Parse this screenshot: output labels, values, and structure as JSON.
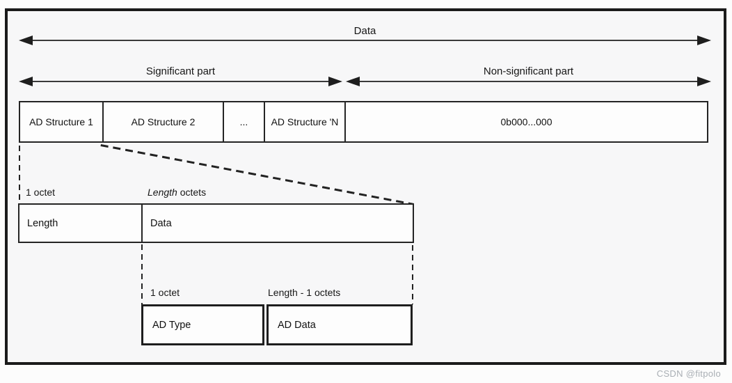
{
  "arrows": {
    "data": {
      "label": "Data"
    },
    "significant": {
      "label": "Significant part"
    },
    "non_significant": {
      "label": "Non-significant part"
    }
  },
  "ad_structure_row": {
    "cells": [
      "AD Structure 1",
      "AD Structure 2",
      "...",
      "AD Structure 'N",
      "0b000...000"
    ]
  },
  "level1": {
    "size_label_left": "1 octet",
    "size_label_right_italic": "Length",
    "size_label_right_rest": " octets",
    "boxes": [
      "Length",
      "Data"
    ]
  },
  "level2": {
    "size_label_left": "1 octet",
    "size_label_right": "Length - 1 octets",
    "boxes": [
      "AD Type",
      "AD Data"
    ]
  },
  "watermark": "CSDN @fitpolo",
  "colors": {
    "frame_border": "#1b1b1b",
    "line": "#222222",
    "text": "#1a1a1a",
    "frame_bg": "#f7f7f8",
    "box_fill": "#fdfdfd",
    "page_bg": "#fcfcfc",
    "watermark": "#a9aeb4"
  }
}
